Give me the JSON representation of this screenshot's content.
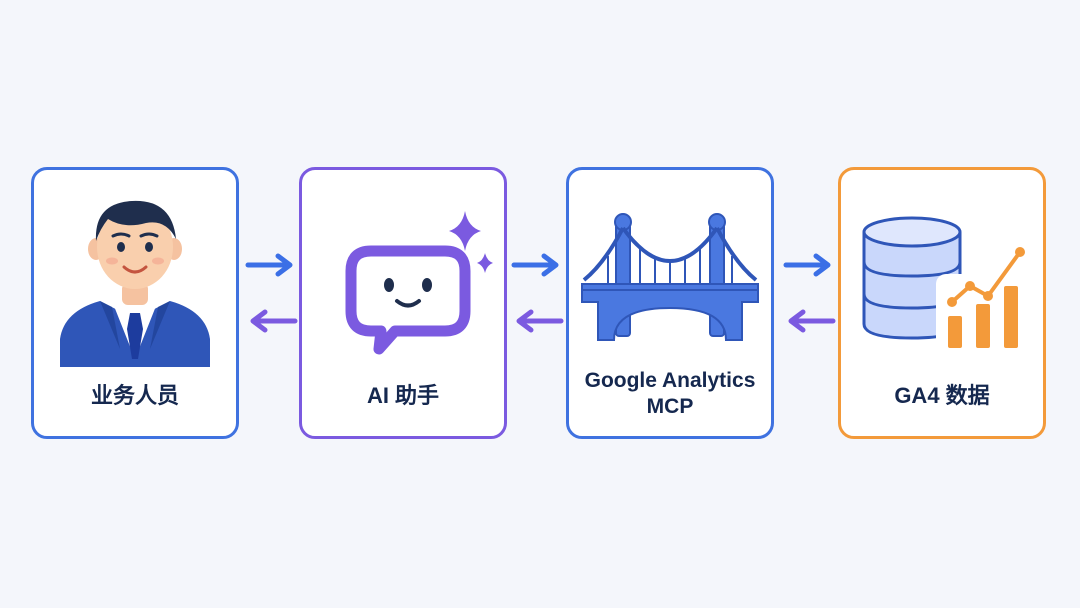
{
  "nodes": [
    {
      "id": "staff",
      "label": "业务人员",
      "icon": "businessman-icon",
      "color": "#3f72e0"
    },
    {
      "id": "assistant",
      "label": "AI 助手",
      "icon": "chat-bot-icon",
      "color": "#7b5ae0"
    },
    {
      "id": "mcp",
      "label_line1": "Google Analytics",
      "label_line2": "MCP",
      "icon": "bridge-icon",
      "color": "#3f72e0"
    },
    {
      "id": "ga4",
      "label": "GA4 数据",
      "icon": "database-chart-icon",
      "color": "#f39a3a"
    }
  ],
  "edges": [
    {
      "from": "staff",
      "to": "assistant",
      "direction": "forward",
      "color": "#3b6fe6"
    },
    {
      "from": "assistant",
      "to": "staff",
      "direction": "back",
      "color": "#7b5ae0"
    },
    {
      "from": "assistant",
      "to": "mcp",
      "direction": "forward",
      "color": "#3b6fe6"
    },
    {
      "from": "mcp",
      "to": "assistant",
      "direction": "back",
      "color": "#7b5ae0"
    },
    {
      "from": "mcp",
      "to": "ga4",
      "direction": "forward",
      "color": "#3b6fe6"
    },
    {
      "from": "ga4",
      "to": "mcp",
      "direction": "back",
      "color": "#7b5ae0"
    }
  ]
}
